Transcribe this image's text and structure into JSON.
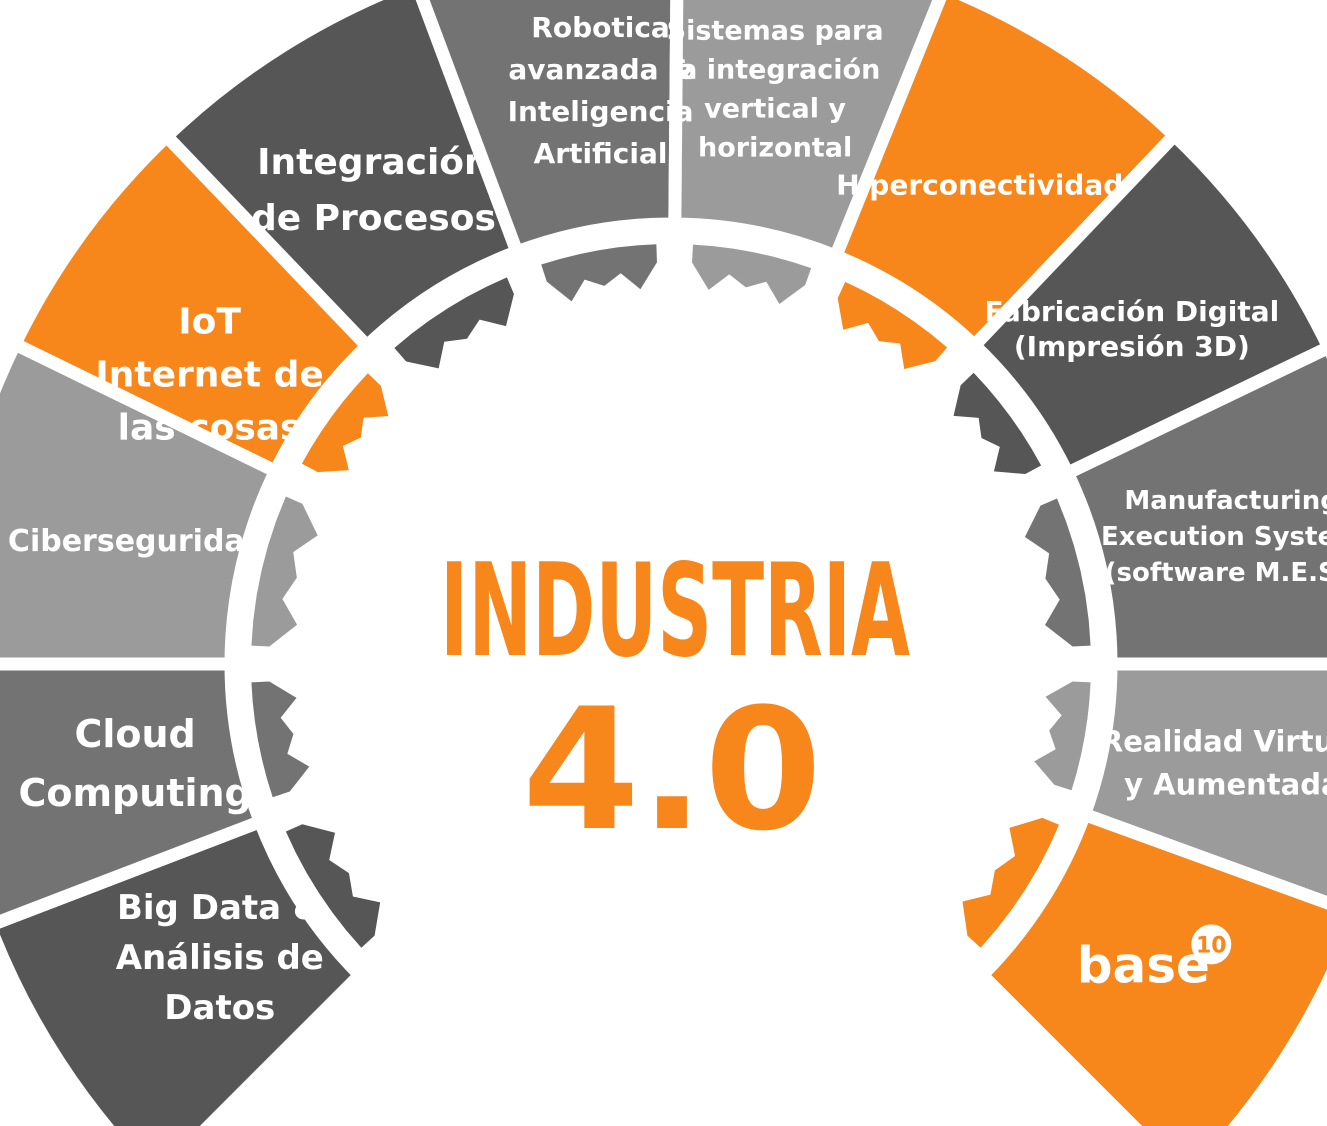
{
  "colors": {
    "orange": "#f7861b",
    "dark": "#565656",
    "mid": "#737373",
    "light": "#9b9b9b",
    "background": "#ffffff"
  },
  "title": {
    "line1": "INDUSTRIA",
    "line2": "4.0"
  },
  "segments": [
    {
      "id": "big-data",
      "lines": [
        "Big Data &",
        "Análisis de",
        "Datos"
      ],
      "color": "dark"
    },
    {
      "id": "cloud-computing",
      "lines": [
        "Cloud",
        "Computing"
      ],
      "color": "mid"
    },
    {
      "id": "ciberseguridad",
      "lines": [
        "Ciberseguridad"
      ],
      "color": "light"
    },
    {
      "id": "iot",
      "lines": [
        "IoT",
        "Internet de",
        "las cosas"
      ],
      "color": "orange"
    },
    {
      "id": "integracion-procesos",
      "lines": [
        "Integración",
        "de Procesos"
      ],
      "color": "dark"
    },
    {
      "id": "robotica",
      "lines": [
        "Robotica",
        "avanzada &",
        "Inteligencia",
        "Artificial"
      ],
      "color": "mid"
    },
    {
      "id": "sistemas-integracion",
      "lines": [
        "Sistemas para",
        "la integración",
        "vertical y",
        "horizontal"
      ],
      "color": "light"
    },
    {
      "id": "hiperconectividad",
      "lines": [
        "Hiperconectividad"
      ],
      "color": "orange"
    },
    {
      "id": "fabricacion-digital",
      "lines": [
        "Fabricación Digital",
        "(Impresión 3D)"
      ],
      "color": "dark"
    },
    {
      "id": "mes",
      "lines": [
        "Manufacturing",
        "Execution System",
        "(software M.E.S.)"
      ],
      "color": "mid"
    },
    {
      "id": "realidad-virtual",
      "lines": [
        "Realidad Virtual",
        "y Aumentada"
      ],
      "color": "light"
    },
    {
      "id": "base10",
      "lines": [
        "base"
      ],
      "color": "orange",
      "logo_superscript": "10"
    }
  ]
}
